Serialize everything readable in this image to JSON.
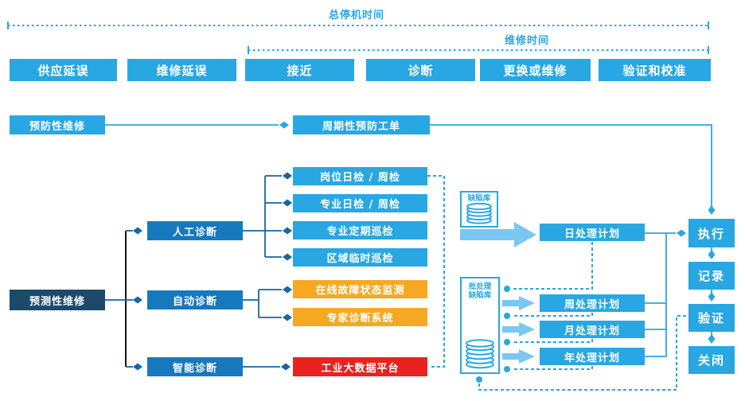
{
  "timeline": {
    "total_downtime": "总停机时间",
    "repair_time": "维修时间",
    "phases": [
      "供应延误",
      "维修延误",
      "接近",
      "诊断",
      "更换或维修",
      "验证和校准"
    ]
  },
  "preventive": {
    "source": "预防性维修",
    "work_order": "周期性预防工单"
  },
  "predictive": {
    "source": "预测性维修",
    "manual": {
      "label": "人工诊断",
      "children": [
        "岗位日检 / 周检",
        "专业日检 / 周检",
        "专业定期巡检",
        "区域临时巡检"
      ]
    },
    "auto": {
      "label": "自动诊断",
      "children": [
        "在线故障状态监测",
        "专家诊断系统"
      ]
    },
    "intelligent": {
      "label": "智能诊断",
      "children": [
        "工业大数据平台"
      ]
    }
  },
  "databases": {
    "defect_db": "缺陷库",
    "batch_db_line1": "批处理",
    "batch_db_line2": "缺陷库"
  },
  "plans": {
    "daily": "日处理计划",
    "weekly": "周处理计划",
    "monthly": "月处理计划",
    "yearly": "年处理计划"
  },
  "workflow": {
    "execute": "执行",
    "record": "记录",
    "verify": "验证",
    "close": "关闭"
  },
  "colors": {
    "primary_blue": "#29A7E2",
    "medium_blue": "#1878BE",
    "dark_navy": "#1B4A6B",
    "steel_blue": "#1766A6",
    "orange": "#F7A823",
    "red": "#E8231F",
    "light_arrow_blue": "#79C7F2",
    "tree_line_black": "#151515"
  }
}
